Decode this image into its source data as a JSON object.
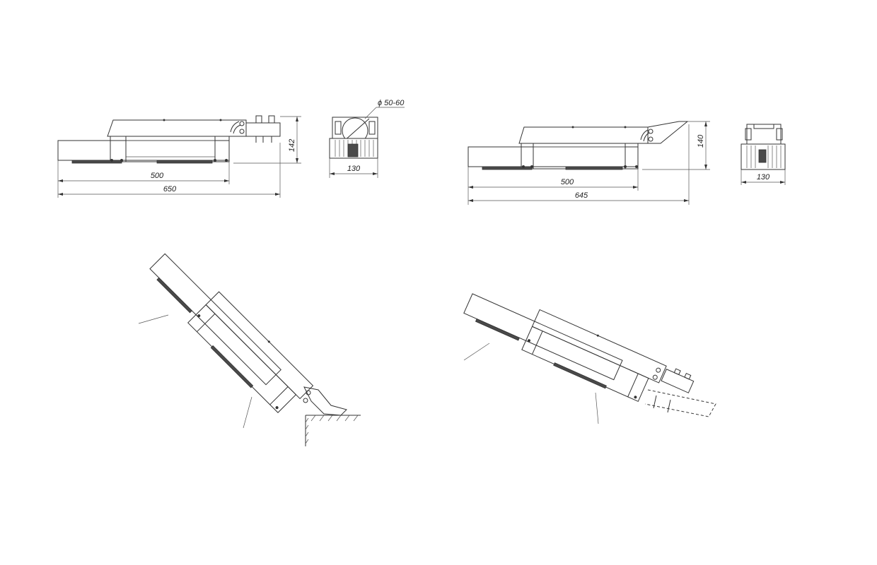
{
  "views": {
    "left_side": {
      "dim_length_total": "650",
      "dim_length_body": "500",
      "dim_height": "142"
    },
    "left_end": {
      "dim_width": "130",
      "dim_pipe": "ϕ 50-60"
    },
    "right_side": {
      "dim_length_total": "645",
      "dim_length_body": "500",
      "dim_height": "140"
    },
    "right_end": {
      "dim_width": "130"
    }
  }
}
